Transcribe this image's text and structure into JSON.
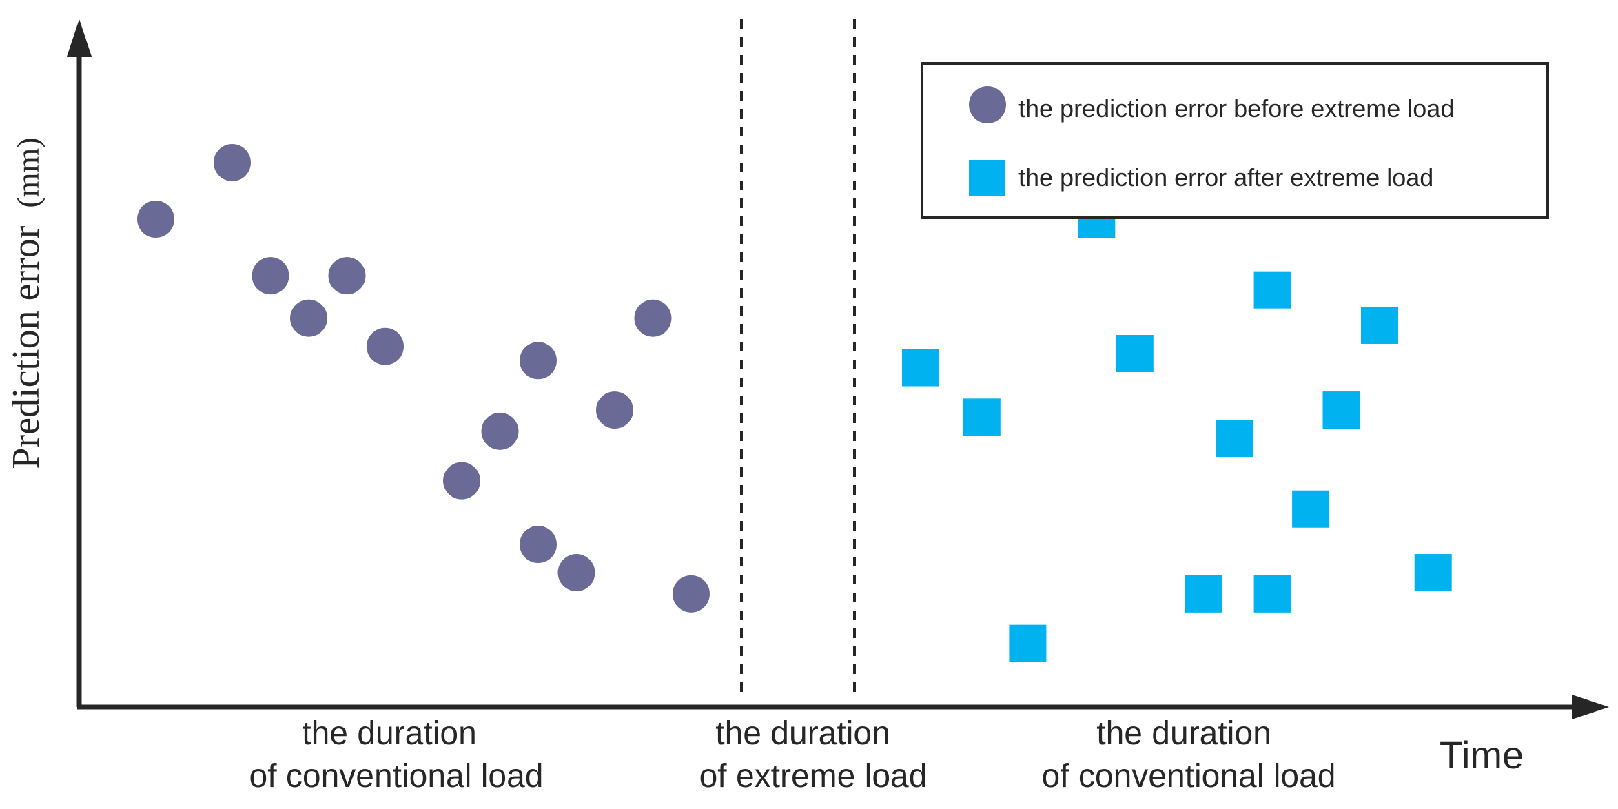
{
  "chart_data": {
    "type": "scatter",
    "ylabel": "Prediction error",
    "ylabel_unit": "(mm)",
    "xlabel": "Time",
    "axis_ticks": "none",
    "grid": false,
    "legend_position": "top-right",
    "regions": [
      {
        "label": [
          "the duration",
          "of conventional load"
        ]
      },
      {
        "label": [
          "the duration",
          "of extreme load"
        ]
      },
      {
        "label": [
          "the duration",
          "of conventional load"
        ]
      }
    ],
    "series": [
      {
        "name": "the prediction error before extreme load",
        "marker": "circle",
        "color": "#6A6A96",
        "points": [
          [
            0.05,
            0.69
          ],
          [
            0.1,
            0.77
          ],
          [
            0.125,
            0.61
          ],
          [
            0.15,
            0.55
          ],
          [
            0.175,
            0.61
          ],
          [
            0.2,
            0.51
          ],
          [
            0.25,
            0.32
          ],
          [
            0.275,
            0.39
          ],
          [
            0.3,
            0.49
          ],
          [
            0.3,
            0.23
          ],
          [
            0.325,
            0.19
          ],
          [
            0.35,
            0.42
          ],
          [
            0.375,
            0.55
          ],
          [
            0.4,
            0.16
          ]
        ]
      },
      {
        "name": "the prediction error after extreme load",
        "marker": "square",
        "color": "#00B2F0",
        "points": [
          [
            0.55,
            0.48
          ],
          [
            0.59,
            0.41
          ],
          [
            0.62,
            0.09
          ],
          [
            0.665,
            0.69
          ],
          [
            0.69,
            0.5
          ],
          [
            0.735,
            0.16
          ],
          [
            0.755,
            0.38
          ],
          [
            0.78,
            0.59
          ],
          [
            0.78,
            0.16
          ],
          [
            0.805,
            0.28
          ],
          [
            0.825,
            0.42
          ],
          [
            0.85,
            0.54
          ],
          [
            0.885,
            0.19
          ]
        ]
      }
    ]
  }
}
